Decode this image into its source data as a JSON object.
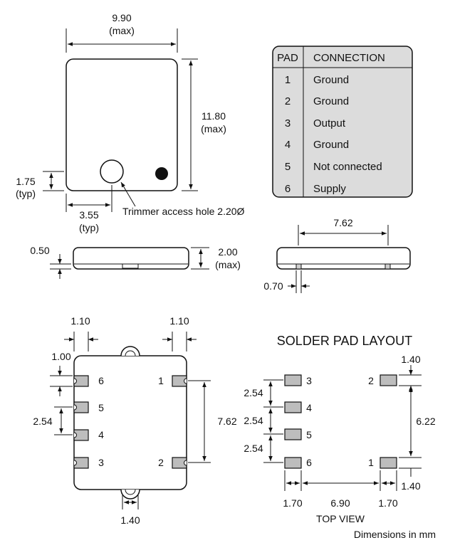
{
  "top_view_package": {
    "width_value": "9.90",
    "width_note": "(max)",
    "height_value": "11.80",
    "height_note": "(max)",
    "hole_offset_value": "1.75",
    "hole_offset_note": "(typ)",
    "hole_x_value": "3.55",
    "hole_x_note": "(typ)",
    "trimmer_label": "Trimmer access hole 2.20Ø"
  },
  "pad_table": {
    "header_pad": "PAD",
    "header_connection": "CONNECTION",
    "rows": [
      {
        "pad": "1",
        "connection": "Ground"
      },
      {
        "pad": "2",
        "connection": "Ground"
      },
      {
        "pad": "3",
        "connection": "Output"
      },
      {
        "pad": "4",
        "connection": "Ground"
      },
      {
        "pad": "5",
        "connection": "Not connected"
      },
      {
        "pad": "6",
        "connection": "Supply"
      }
    ]
  },
  "side_view": {
    "base_thickness": "0.50",
    "height_value": "2.00",
    "height_note": "(max)"
  },
  "end_view": {
    "pad_spacing": "7.62",
    "pad_width": "0.70"
  },
  "bottom_view": {
    "left_inset": "1.10",
    "right_inset": "1.10",
    "pad_height": "1.00",
    "pitch": "2.54",
    "vertical_span": "7.62",
    "notch_width": "1.40",
    "pad_numbers_left": [
      "6",
      "5",
      "4",
      "3"
    ],
    "pad_numbers_right": [
      "1",
      "2"
    ]
  },
  "solder_layout": {
    "title": "SOLDER PAD LAYOUT",
    "pitch_1": "2.54",
    "pitch_2": "2.54",
    "pitch_3": "2.54",
    "pad_size_top": "1.40",
    "vertical_span": "6.22",
    "pad_size_bottom": "1.40",
    "pad_width_left": "1.70",
    "center_gap": "6.90",
    "pad_width_right": "1.70",
    "pad_numbers_left": [
      "3",
      "4",
      "5",
      "6"
    ],
    "pad_numbers_right": [
      "2",
      "1"
    ],
    "view_label": "TOP VIEW",
    "units_note": "Dimensions in mm"
  }
}
